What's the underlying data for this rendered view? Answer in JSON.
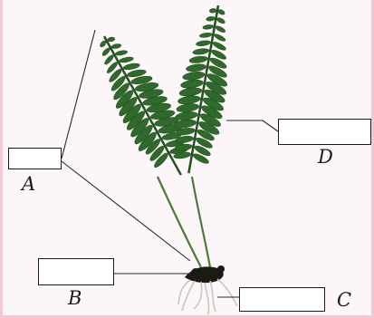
{
  "diagram": {
    "labels": {
      "a": "A",
      "b": "B",
      "c": "C",
      "d": "D"
    },
    "colors": {
      "frond": "#2f6a2c",
      "frond_dark": "#244f22",
      "stem": "#4d7a3a",
      "rhizome": "#1c1a12",
      "roots": "#c9c6bd",
      "leader": "#2a2a2a",
      "border_tint": "#f3c9d3"
    }
  }
}
